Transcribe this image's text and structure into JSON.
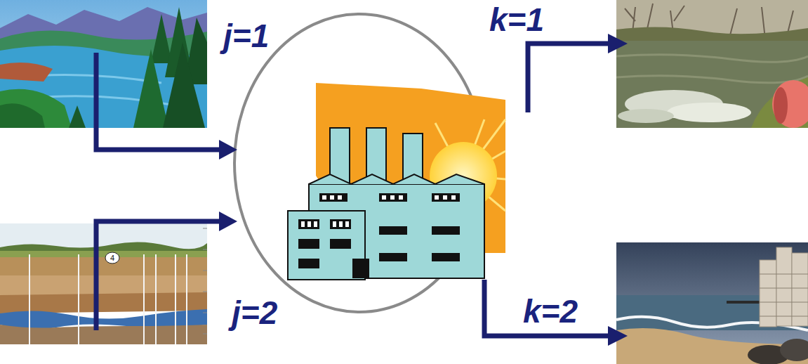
{
  "diagram": {
    "labels": [
      "j=1",
      "j=2",
      "k=1",
      "k=2",
      "4"
    ]
  }
}
